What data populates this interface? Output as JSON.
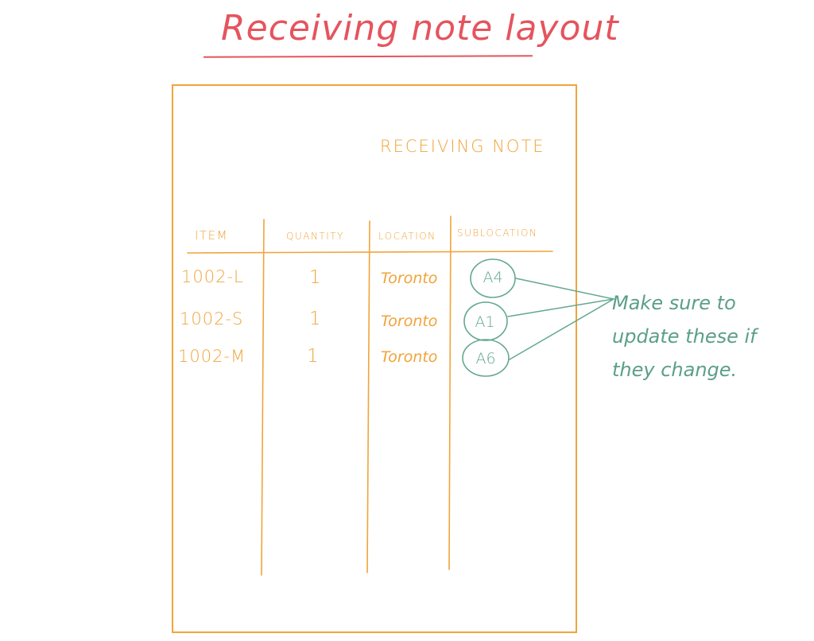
{
  "sketch": {
    "title": "Receiving note layout",
    "title_color": "#e5545e",
    "ink_color": "#f0a43a",
    "annotation_color": "#5b9f88"
  },
  "note": {
    "heading": "RECEIVING NOTE",
    "columns": [
      "ITEM",
      "QUANTITY",
      "LOCATION",
      "SUBLOCATION"
    ],
    "rows": [
      {
        "item": "1002-L",
        "quantity": "1",
        "location": "Toronto",
        "sublocation": "A4"
      },
      {
        "item": "1002-S",
        "quantity": "1",
        "location": "Toronto",
        "sublocation": "A1"
      },
      {
        "item": "1002-M",
        "quantity": "1",
        "location": "Toronto",
        "sublocation": "A6"
      }
    ]
  },
  "annotation": {
    "lines": [
      "Make sure to",
      "update these if",
      "they change."
    ]
  }
}
